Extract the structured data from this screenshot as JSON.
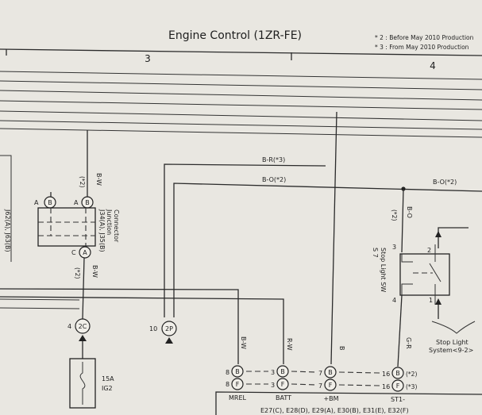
{
  "title": "Engine Control (1ZR-FE)",
  "notes": [
    "* 2 : Before May 2010 Production",
    "* 3 : From May 2010 Production"
  ],
  "columns": [
    "3",
    "4"
  ],
  "left_conn_label": "J62(A), J63(B)",
  "junction": {
    "name_lines": [
      "J34(A), J35(B)",
      "Junction",
      "Connector"
    ],
    "pin_a1": "A",
    "pin_a1_sym": "B",
    "pin_a2": "A",
    "pin_a2_sym": "B",
    "pin_c": "C",
    "pin_c_sym": "A"
  },
  "wires": {
    "bw_upper": "B-W",
    "bw_upper_note": "(*2)",
    "bw_lower": "B-W",
    "bw_lower_note": "(*2)",
    "br3": "B-R(*3)",
    "bo2_mid": "B-O(*2)",
    "bo2_right": "B-O(*2)",
    "bo_vert": "B-O",
    "bo_vert_note": "(*2)",
    "bw_mrel": "B-W",
    "rw_batt": "R-W",
    "b_bm": "B",
    "gr_st1": "G-R"
  },
  "connectors": {
    "c2c_num": "4",
    "c2c_lbl": "2C",
    "c2p_num": "10",
    "c2p_lbl": "2P"
  },
  "fuse": {
    "amp": "15A",
    "name": "IG2"
  },
  "switch": {
    "num": "S 7",
    "name": "Stop Light SW",
    "pin_top": "2",
    "pin_bot": "1",
    "pin_left_top": "3",
    "pin_left_bot": "4",
    "dest": "Stop Light",
    "dest2": "System<9-2>"
  },
  "ecm_pins": {
    "mrel_b": "8",
    "mrel_b_sym": "B",
    "mrel_f": "8",
    "mrel_f_sym": "F",
    "batt_b": "3",
    "batt_b_sym": "B",
    "batt_f": "3",
    "batt_f_sym": "F",
    "bm_b": "7",
    "bm_b_sym": "B",
    "bm_f": "7",
    "bm_f_sym": "F",
    "st1_b": "16",
    "st1_b_sym": "B",
    "st1_b_note": "(*2)",
    "st1_f": "16",
    "st1_f_sym": "F",
    "st1_f_note": "(*3)",
    "lbl_mrel": "MREL",
    "lbl_batt": "BATT",
    "lbl_bm": "+BM",
    "lbl_st1": "ST1-"
  },
  "ecm_connectors": "E27(C), E28(D), E29(A), E30(B), E31(E), E32(F)"
}
